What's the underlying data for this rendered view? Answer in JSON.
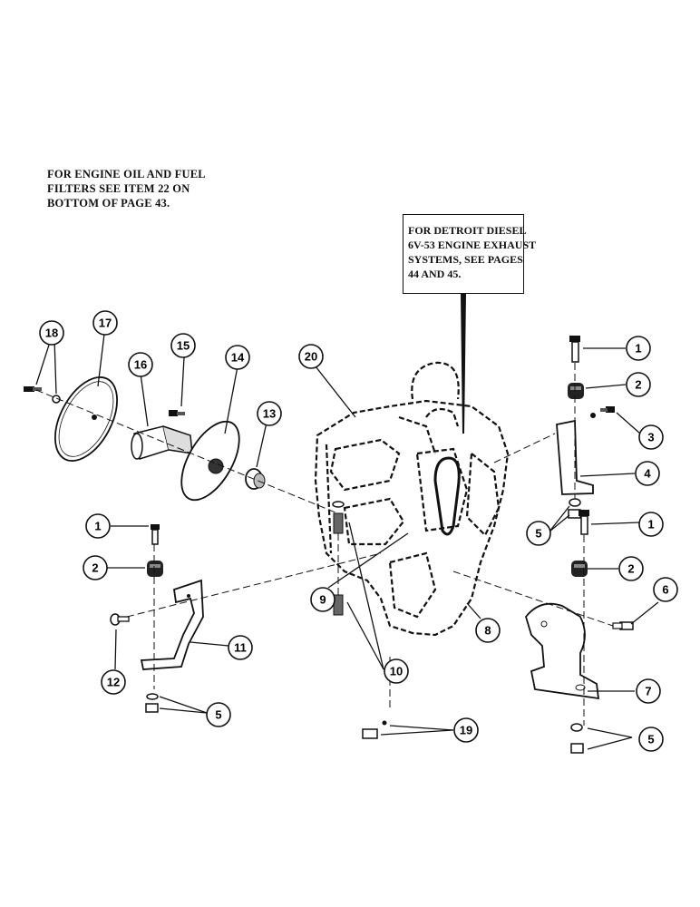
{
  "notes": {
    "oil_filter_note": [
      "FOR ENGINE OIL AND FUEL",
      "FILTERS SEE ITEM 22 ON",
      "BOTTOM OF PAGE 43."
    ],
    "exhaust_note": [
      "FOR DETROIT DIESEL",
      "6V-53 ENGINE EXHAUST",
      "SYSTEMS, SEE PAGES",
      "44 AND 45."
    ]
  },
  "callouts": [
    "1",
    "2",
    "3",
    "4",
    "5",
    "1",
    "2",
    "6",
    "7",
    "5",
    "8",
    "9",
    "10",
    "19",
    "20",
    "13",
    "14",
    "15",
    "16",
    "17",
    "18",
    "1",
    "2",
    "11",
    "12",
    "5"
  ]
}
